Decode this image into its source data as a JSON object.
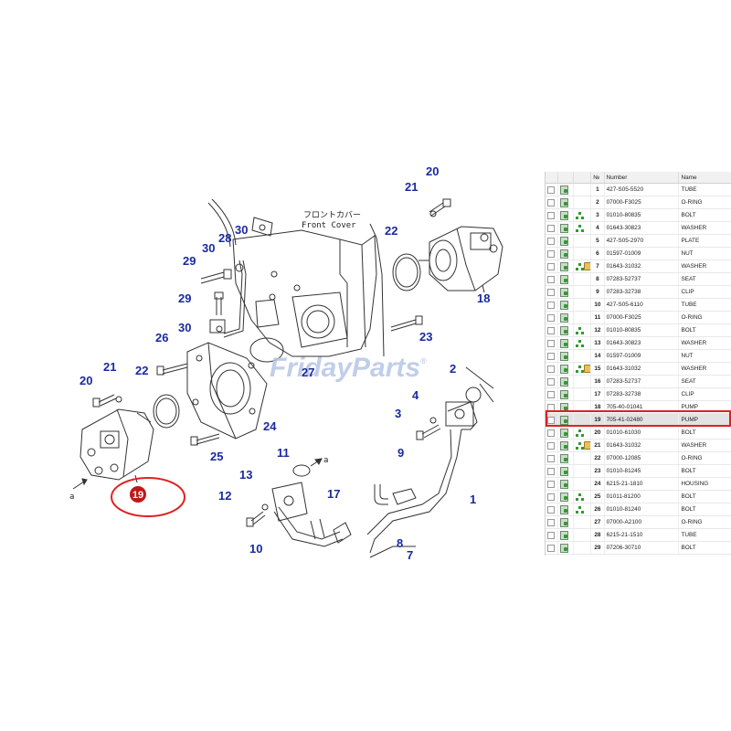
{
  "diagram": {
    "label_jp": "フロントカバー",
    "label_en": "Front Cover",
    "callouts": {
      "c30a": "30",
      "c28": "28",
      "c30b": "30",
      "c29a": "29",
      "c29b": "29",
      "c30c": "30",
      "c26": "26",
      "c27": "27",
      "c22a": "22",
      "c22b": "22",
      "c21a": "21",
      "c21b": "21",
      "c20a": "20",
      "c20b": "20",
      "c18": "18",
      "c23": "23",
      "c24": "24",
      "c25": "25",
      "c2": "2",
      "c4": "4",
      "c3": "3",
      "c9": "9",
      "c1": "1",
      "c11": "11",
      "c13": "13",
      "c12": "12",
      "c17": "17",
      "c10": "10",
      "c8": "8",
      "c7": "7",
      "c19": "19"
    },
    "arrow_labels": {
      "a_left": "a",
      "a_mid": "a"
    },
    "highlight_color": "#e02020",
    "callout_color": "#1a2aa0"
  },
  "watermark": {
    "text": "FridayParts",
    "mark": "®"
  },
  "parts_table": {
    "headers": {
      "no": "№",
      "number": "Number",
      "name": "Name"
    },
    "rows": [
      {
        "no": "1",
        "number": "427-S05-5520",
        "name": "TUBE",
        "icons": [
          "doc"
        ]
      },
      {
        "no": "2",
        "number": "07000-F3025",
        "name": "O-RING",
        "icons": [
          "doc"
        ]
      },
      {
        "no": "3",
        "number": "01010-80835",
        "name": "BOLT",
        "icons": [
          "doc",
          "tree"
        ]
      },
      {
        "no": "4",
        "number": "01643-30823",
        "name": "WASHER",
        "icons": [
          "doc",
          "tree"
        ]
      },
      {
        "no": "5",
        "number": "427-S05-2970",
        "name": "PLATE",
        "icons": [
          "doc"
        ]
      },
      {
        "no": "6",
        "number": "01597-01009",
        "name": "NUT",
        "icons": [
          "doc"
        ]
      },
      {
        "no": "7",
        "number": "01643-31032",
        "name": "WASHER",
        "icons": [
          "doc",
          "tree",
          "box"
        ]
      },
      {
        "no": "8",
        "number": "07283-52737",
        "name": "SEAT",
        "icons": [
          "doc"
        ]
      },
      {
        "no": "9",
        "number": "07283-32738",
        "name": "CLIP",
        "icons": [
          "doc"
        ]
      },
      {
        "no": "10",
        "number": "427-S05-6110",
        "name": "TUBE",
        "icons": [
          "doc"
        ]
      },
      {
        "no": "11",
        "number": "07000-F3025",
        "name": "O-RING",
        "icons": [
          "doc"
        ]
      },
      {
        "no": "12",
        "number": "01010-80835",
        "name": "BOLT",
        "icons": [
          "doc",
          "tree"
        ]
      },
      {
        "no": "13",
        "number": "01643-30823",
        "name": "WASHER",
        "icons": [
          "doc",
          "tree"
        ]
      },
      {
        "no": "14",
        "number": "01597-01009",
        "name": "NUT",
        "icons": [
          "doc"
        ]
      },
      {
        "no": "15",
        "number": "01643-31032",
        "name": "WASHER",
        "icons": [
          "doc",
          "tree",
          "box"
        ]
      },
      {
        "no": "16",
        "number": "07283-52737",
        "name": "SEAT",
        "icons": [
          "doc"
        ]
      },
      {
        "no": "17",
        "number": "07283-32738",
        "name": "CLIP",
        "icons": [
          "doc"
        ]
      },
      {
        "no": "18",
        "number": "705-40-01041",
        "name": "PUMP",
        "icons": [
          "doc"
        ]
      },
      {
        "no": "19",
        "number": "705-41-02480",
        "name": "PUMP",
        "icons": [
          "doc"
        ],
        "selected": true
      },
      {
        "no": "20",
        "number": "01010-61030",
        "name": "BOLT",
        "icons": [
          "doc",
          "tree"
        ]
      },
      {
        "no": "21",
        "number": "01643-31032",
        "name": "WASHER",
        "icons": [
          "doc",
          "tree",
          "box"
        ]
      },
      {
        "no": "22",
        "number": "07000-12085",
        "name": "O-RING",
        "icons": [
          "doc"
        ]
      },
      {
        "no": "23",
        "number": "01010-81245",
        "name": "BOLT",
        "icons": [
          "doc"
        ]
      },
      {
        "no": "24",
        "number": "6215-21-1810",
        "name": "HOUSING",
        "icons": [
          "doc"
        ]
      },
      {
        "no": "25",
        "number": "01011-81200",
        "name": "BOLT",
        "icons": [
          "doc",
          "tree"
        ]
      },
      {
        "no": "26",
        "number": "01010-81240",
        "name": "BOLT",
        "icons": [
          "doc",
          "tree"
        ]
      },
      {
        "no": "27",
        "number": "07000-A2100",
        "name": "O-RING",
        "icons": [
          "doc"
        ]
      },
      {
        "no": "28",
        "number": "6215-21-1510",
        "name": "TUBE",
        "icons": [
          "doc"
        ]
      },
      {
        "no": "29",
        "number": "07206-30710",
        "name": "BOLT",
        "icons": [
          "doc"
        ]
      }
    ]
  }
}
